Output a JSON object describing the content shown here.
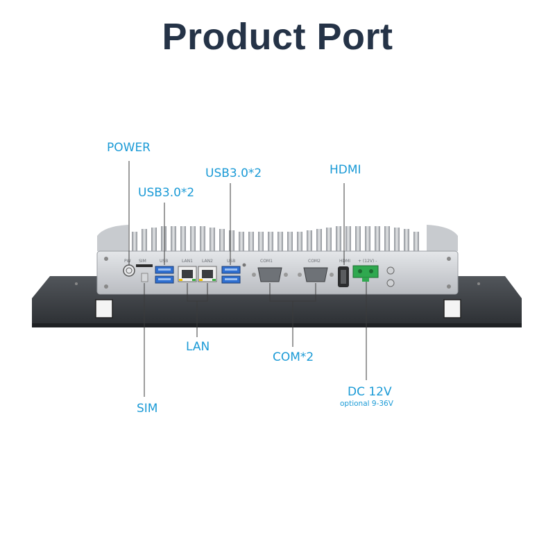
{
  "title": "Product Port",
  "callouts": {
    "power": "POWER",
    "usb_left": "USB3.0*2",
    "usb_right": "USB3.0*2",
    "hdmi": "HDMI",
    "lan": "LAN",
    "com": "COM*2",
    "sim": "SIM",
    "dc": "DC 12V",
    "dc_note": "optional 9-36V"
  },
  "panel_silkscreen": {
    "pwr": "PW",
    "sim": "SIM",
    "usb1": "USB",
    "lan1": "LAN1",
    "lan2": "LAN2",
    "usb2": "USB",
    "com1": "COM1",
    "com2": "COM2",
    "hdmi": "HDMI",
    "dc": "+ (12V) -"
  },
  "colors": {
    "callout": "#1a9ad6",
    "title": "#253347",
    "chassis": "#c9ccd0",
    "bezel": "#3b3e42",
    "usb_port": "#2f6fd0",
    "dc_terminal": "#2fa84f"
  }
}
